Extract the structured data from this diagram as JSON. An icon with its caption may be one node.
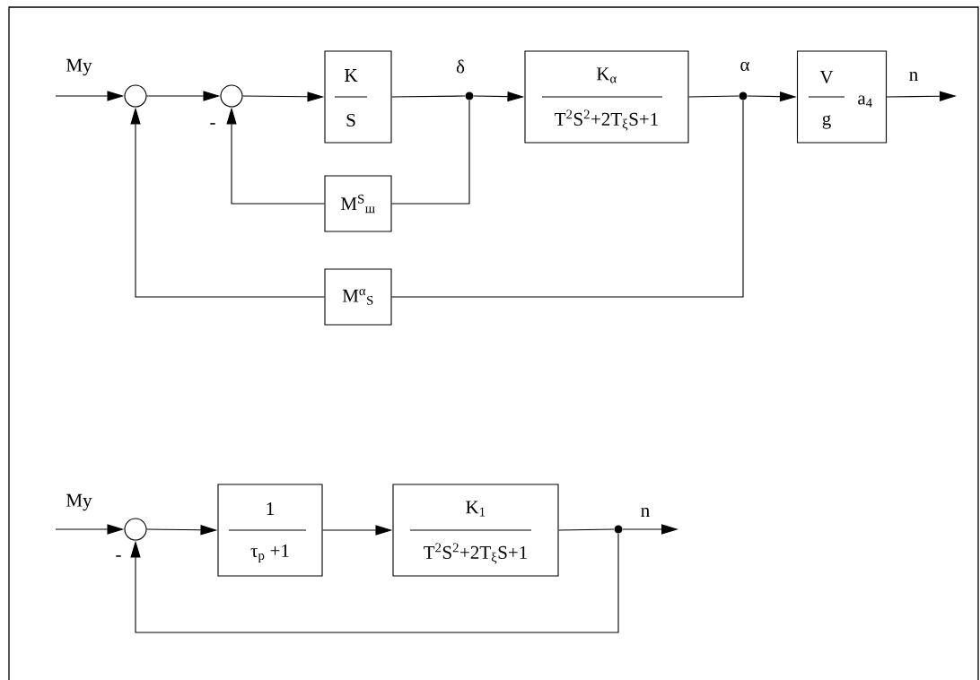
{
  "diagram": {
    "nodes": [
      {
        "text": [],
        "shape": "circle"
      },
      {
        "text": [],
        "shape": "circle"
      },
      {
        "text": [
          "K",
          "S"
        ]
      },
      {
        "text": [],
        "shape": "dot",
        "beside": [
          "δ"
        ]
      },
      {
        "text": [
          "K$_{α}$",
          "T$^{2}$S$^{2}$+2T$_{ξ}$S+1"
        ]
      },
      {
        "text": [],
        "shape": "dot",
        "beside": [
          "α"
        ]
      },
      {
        "text": [
          "V",
          "g",
          "a$_{4}$"
        ]
      },
      {
        "text": [
          "M$^{S}$$_{ш}$"
        ]
      },
      {
        "text": [
          "M$^{α}$$_{S}$"
        ]
      },
      {
        "text": [],
        "shape": "circle"
      },
      {
        "text": [
          "1",
          "τ$_{p}$ +1"
        ]
      },
      {
        "text": [
          "K$_{1}$",
          "T$^{2}$S$^{2}$+2T$_{ξ}$S+1"
        ]
      },
      {
        "text": [],
        "shape": "dot"
      }
    ],
    "edges": [
      {
        "from": null,
        "to": 0,
        "arrow": "to",
        "label": "My"
      },
      {
        "from": 0,
        "to": 1,
        "arrow": "to"
      },
      {
        "from": 1,
        "to": 2,
        "arrow": "to"
      },
      {
        "from": 2,
        "to": 3,
        "arrow": "none"
      },
      {
        "from": 3,
        "to": 4,
        "arrow": "to"
      },
      {
        "from": 4,
        "to": 5,
        "arrow": "none"
      },
      {
        "from": 5,
        "to": 6,
        "arrow": "to"
      },
      {
        "from": 6,
        "to": null,
        "arrow": "to",
        "label": "n"
      },
      {
        "from": 3,
        "to": 7,
        "arrow": "none"
      },
      {
        "from": 7,
        "to": 1,
        "arrow": "to"
      },
      {
        "from": 5,
        "to": 8,
        "arrow": "none"
      },
      {
        "from": 8,
        "to": 0,
        "arrow": "to"
      },
      {
        "from": null,
        "to": 9,
        "arrow": "to",
        "label": "My"
      },
      {
        "from": 9,
        "to": 10,
        "arrow": "to"
      },
      {
        "from": 10,
        "to": 11,
        "arrow": "to"
      },
      {
        "from": 11,
        "to": 12,
        "arrow": "none"
      },
      {
        "from": 12,
        "to": null,
        "arrow": "to",
        "label": "n"
      },
      {
        "from": 12,
        "to": 9,
        "arrow": "to"
      }
    ],
    "labels": [
      "-",
      "-"
    ]
  }
}
